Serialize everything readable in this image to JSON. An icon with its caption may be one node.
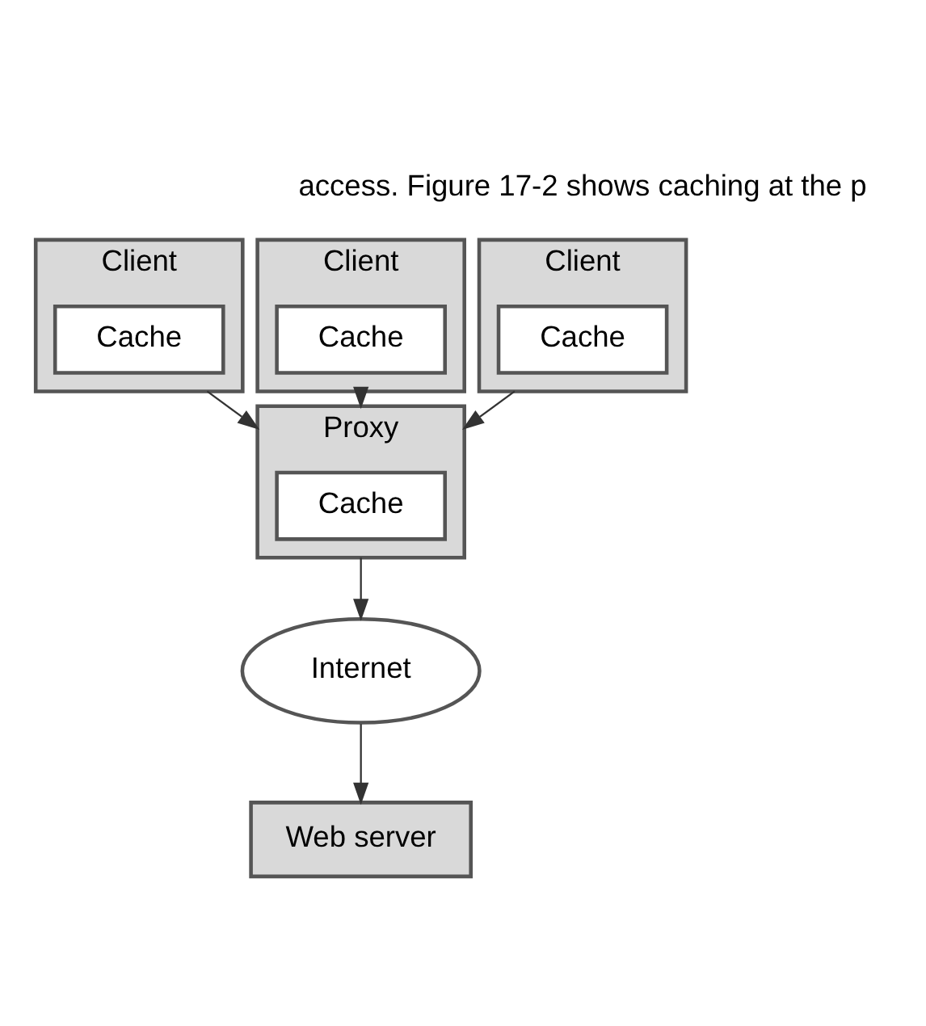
{
  "diagram": {
    "nodes": [
      {
        "text": [
          "Client"
        ]
      },
      {
        "text": [
          "Cache"
        ],
        "in": 0
      },
      {
        "text": [
          "Client"
        ]
      },
      {
        "text": [
          "Cache"
        ],
        "in": 2
      },
      {
        "text": [
          "Client"
        ]
      },
      {
        "text": [
          "Cache"
        ],
        "in": 4
      },
      {
        "text": [
          "Proxy"
        ]
      },
      {
        "text": [
          "Cache"
        ],
        "in": 6
      },
      {
        "text": [
          "Internet"
        ]
      },
      {
        "text": [
          "Web server"
        ]
      }
    ],
    "edges": [
      {
        "from": 0,
        "to": 6,
        "arrow": "to"
      },
      {
        "from": 2,
        "to": 6,
        "arrow": "to"
      },
      {
        "from": 4,
        "to": 6,
        "arrow": "to"
      },
      {
        "from": 6,
        "to": 8,
        "arrow": "to"
      },
      {
        "from": 8,
        "to": 9,
        "arrow": "to"
      }
    ],
    "labels": [
      "access. Figure 17-2 shows caching at the p"
    ]
  }
}
